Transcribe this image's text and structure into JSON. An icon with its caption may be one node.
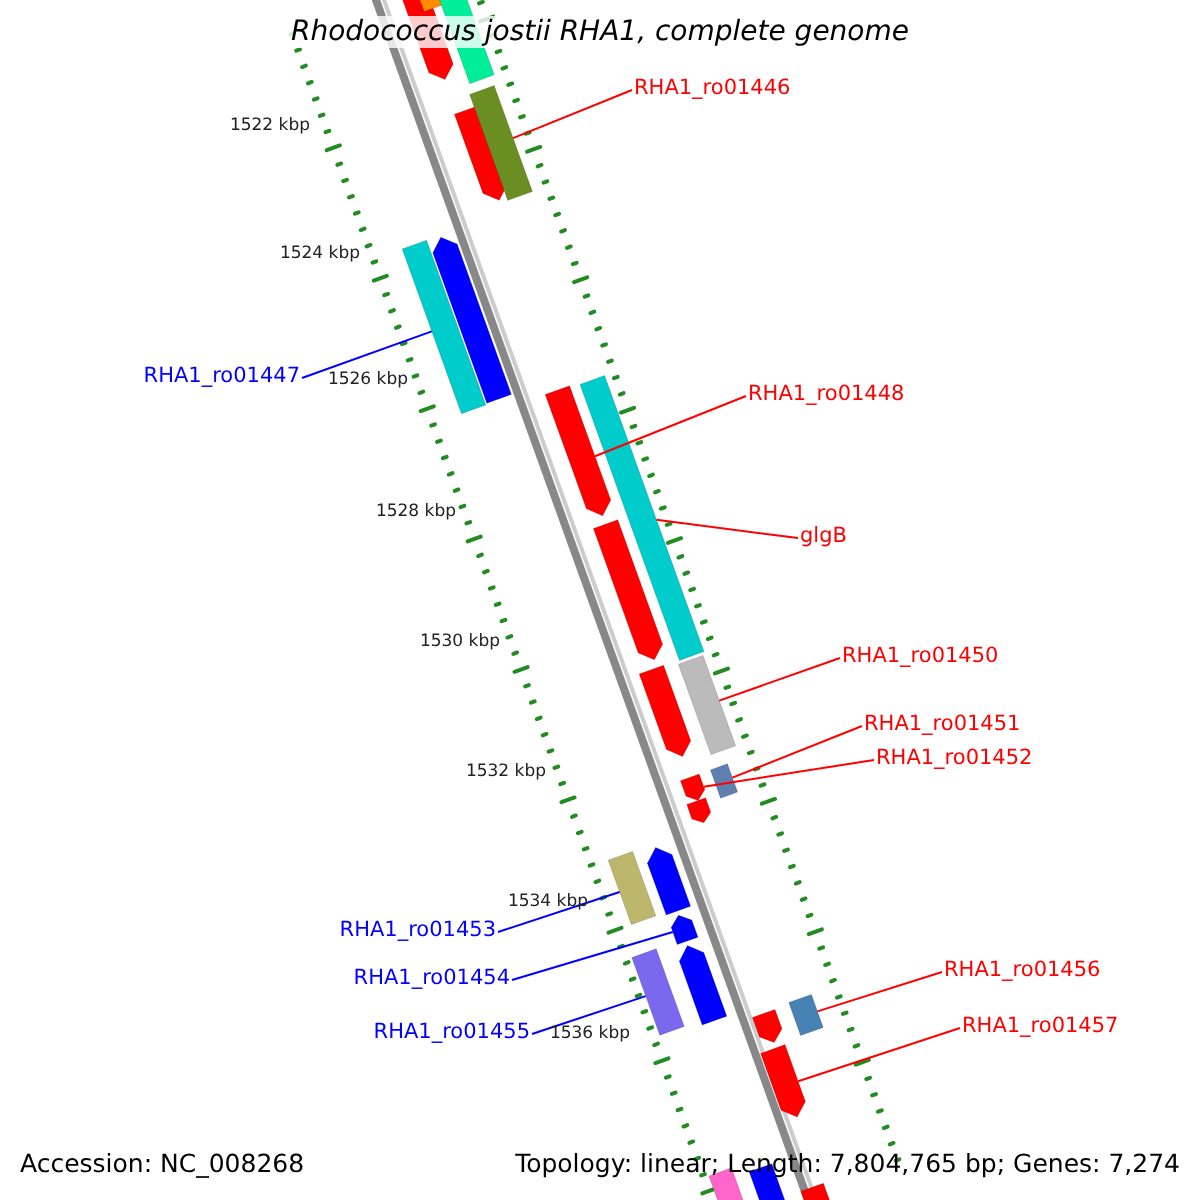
{
  "diagram": {
    "title": "Rhodococcus jostii RHA1, complete genome",
    "nodes": [
      {
        "text": [
          "RHA1_ro01446"
        ]
      },
      {
        "text": [
          "RHA1_ro01447"
        ]
      },
      {
        "text": [
          "RHA1_ro01448"
        ]
      },
      {
        "text": [
          "glgB"
        ]
      },
      {
        "text": [
          "RHA1_ro01450"
        ]
      },
      {
        "text": [
          "RHA1_ro01451"
        ]
      },
      {
        "text": [
          "RHA1_ro01452"
        ]
      },
      {
        "text": [
          "RHA1_ro01453"
        ]
      },
      {
        "text": [
          "RHA1_ro01454"
        ]
      },
      {
        "text": [
          "RHA1_ro01455"
        ]
      },
      {
        "text": [
          "RHA1_ro01456"
        ]
      },
      {
        "text": [
          "RHA1_ro01457"
        ]
      },
      {
        "text": [],
        "shape": "arrow"
      },
      {
        "text": [],
        "shape": "box"
      },
      {
        "text": [],
        "shape": "box"
      },
      {
        "text": [],
        "shape": "arrow"
      },
      {
        "text": [],
        "shape": "box"
      },
      {
        "text": [],
        "shape": "box"
      },
      {
        "text": [],
        "shape": "arrow"
      },
      {
        "text": [],
        "shape": "arrow"
      },
      {
        "text": [],
        "shape": "box"
      },
      {
        "text": [],
        "shape": "arrow"
      },
      {
        "text": [],
        "shape": "arrow"
      },
      {
        "text": [],
        "shape": "box"
      },
      {
        "text": [],
        "shape": "box"
      },
      {
        "text": [],
        "shape": "arrow"
      },
      {
        "text": [],
        "shape": "arrow"
      },
      {
        "text": [],
        "shape": "box"
      },
      {
        "text": [],
        "shape": "arrow"
      },
      {
        "text": [],
        "shape": "arrow"
      },
      {
        "text": [],
        "shape": "box"
      },
      {
        "text": [],
        "shape": "arrow"
      },
      {
        "text": [],
        "shape": "arrow"
      },
      {
        "text": [],
        "shape": "box"
      },
      {
        "text": [],
        "shape": "arrow"
      },
      {
        "text": [],
        "shape": "box"
      },
      {
        "text": [],
        "shape": "box"
      },
      {
        "text": [],
        "shape": "box"
      }
    ],
    "edges": [
      {
        "from": 0,
        "to": 16,
        "arrow": "none"
      },
      {
        "from": 1,
        "to": 17,
        "arrow": "none",
        "color": "#0000ff"
      },
      {
        "from": 2,
        "to": 19,
        "arrow": "none"
      },
      {
        "from": 3,
        "to": 20,
        "arrow": "none"
      },
      {
        "from": 4,
        "to": 23,
        "arrow": "none"
      },
      {
        "from": 5,
        "to": 24,
        "arrow": "none"
      },
      {
        "from": 6,
        "to": 25,
        "arrow": "none"
      },
      {
        "from": 7,
        "to": 27,
        "arrow": "none",
        "color": "#0000ff"
      },
      {
        "from": 8,
        "to": 29,
        "arrow": "none",
        "color": "#0000ff"
      },
      {
        "from": 9,
        "to": 30,
        "arrow": "none",
        "color": "#0000ff"
      },
      {
        "from": 10,
        "to": 33,
        "arrow": "none"
      },
      {
        "from": 11,
        "to": 34,
        "arrow": "none"
      }
    ],
    "labels": [
      "1522 kbp",
      "1524 kbp",
      "1526 kbp",
      "1528 kbp",
      "1530 kbp",
      "1532 kbp",
      "1534 kbp",
      "1536 kbp",
      "Accession: NC_008268",
      "Topology: linear; Length: 7,804,765 bp; Genes: 7,274"
    ]
  }
}
